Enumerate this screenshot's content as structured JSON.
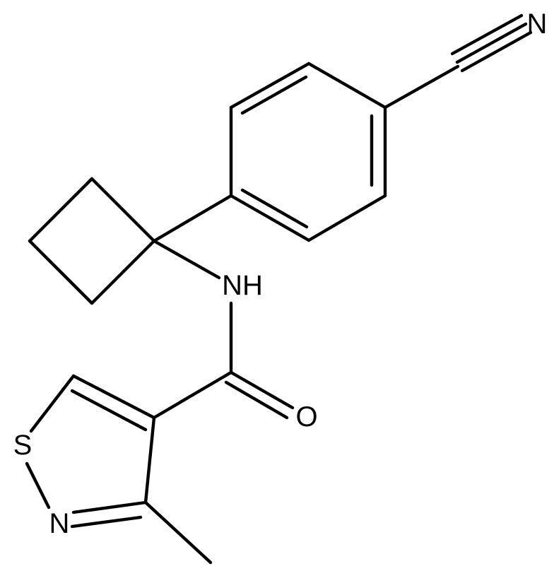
{
  "structure": {
    "atoms": {
      "n_nitrile": "N",
      "nh_amide": "NH",
      "o_carbonyl": "O",
      "s_ring": "S",
      "n_ring": "N"
    }
  }
}
